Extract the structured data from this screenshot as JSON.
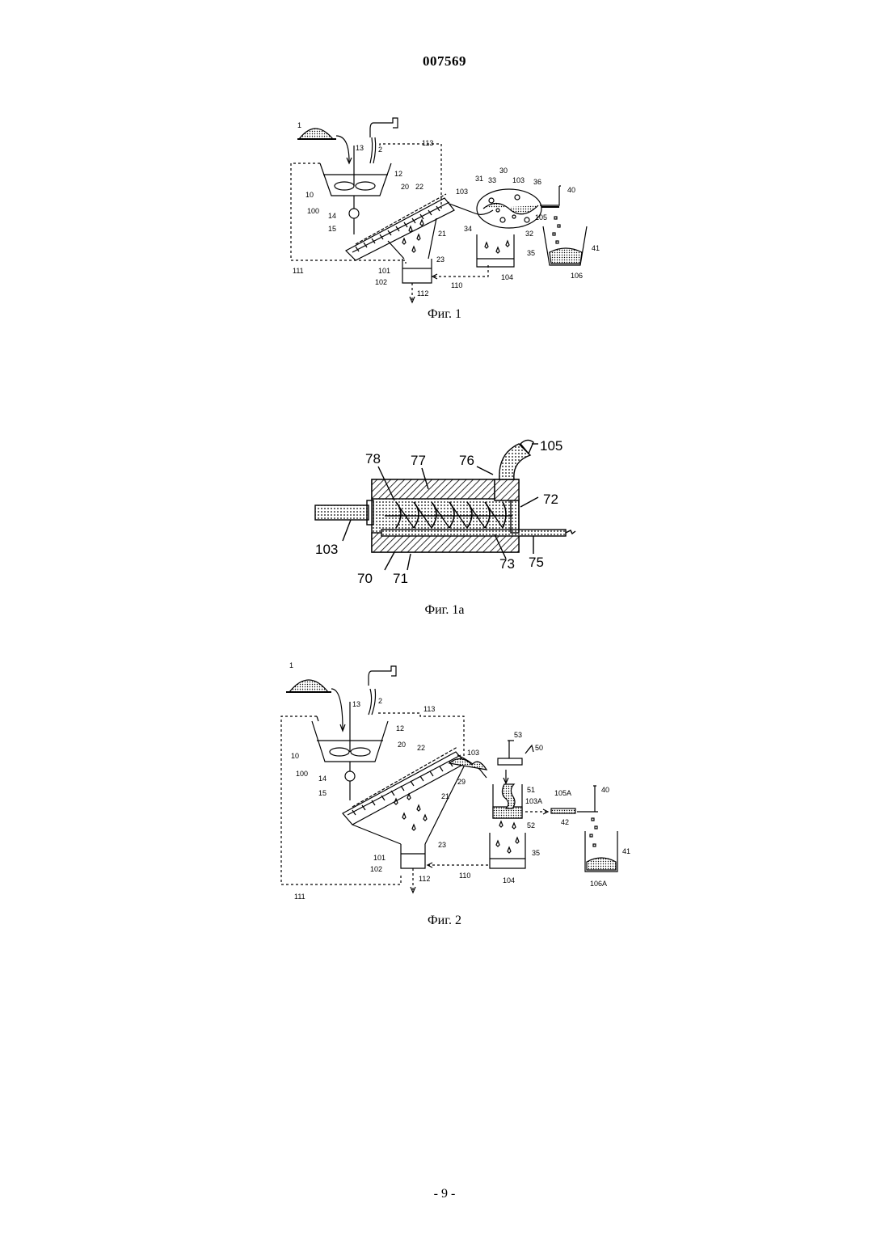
{
  "header": {
    "doc_number": "007569"
  },
  "figure1": {
    "caption": "Фиг. 1",
    "labels": {
      "l1": "1",
      "l2": "2",
      "l10": "10",
      "l12": "12",
      "l13": "13",
      "l14": "14",
      "l15": "15",
      "l20": "20",
      "l21": "21",
      "l22": "22",
      "l23": "23",
      "l30": "30",
      "l31": "31",
      "l32": "32",
      "l33": "33",
      "l34": "34",
      "l35": "35",
      "l36": "36",
      "l40": "40",
      "l41": "41",
      "l100": "100",
      "l101": "101",
      "l102": "102",
      "l103a": "103",
      "l103b": "103",
      "l104": "104",
      "l105": "105",
      "l106": "106",
      "l110": "110",
      "l111": "111",
      "l112": "112",
      "l113": "113"
    }
  },
  "figure1a": {
    "caption": "Фиг. 1а",
    "labels": {
      "l70": "70",
      "l71": "71",
      "l72": "72",
      "l73": "73",
      "l75": "75",
      "l76": "76",
      "l77": "77",
      "l78": "78",
      "l103": "103",
      "l105": "105"
    }
  },
  "figure2": {
    "caption": "Фиг. 2",
    "labels": {
      "l1": "1",
      "l2": "2",
      "l10": "10",
      "l12": "12",
      "l13": "13",
      "l14": "14",
      "l15": "15",
      "l20": "20",
      "l21": "21",
      "l22": "22",
      "l23": "23",
      "l29": "29",
      "l35": "35",
      "l40": "40",
      "l41": "41",
      "l42": "42",
      "l50": "50",
      "l51": "51",
      "l52": "52",
      "l53": "53",
      "l100": "100",
      "l101": "101",
      "l102": "102",
      "l103": "103",
      "l103A": "103A",
      "l104": "104",
      "l105A": "105A",
      "l106A": "106A",
      "l110": "110",
      "l111": "111",
      "l112": "112",
      "l113": "113"
    }
  },
  "footer": {
    "page_number": "- 9 -"
  }
}
